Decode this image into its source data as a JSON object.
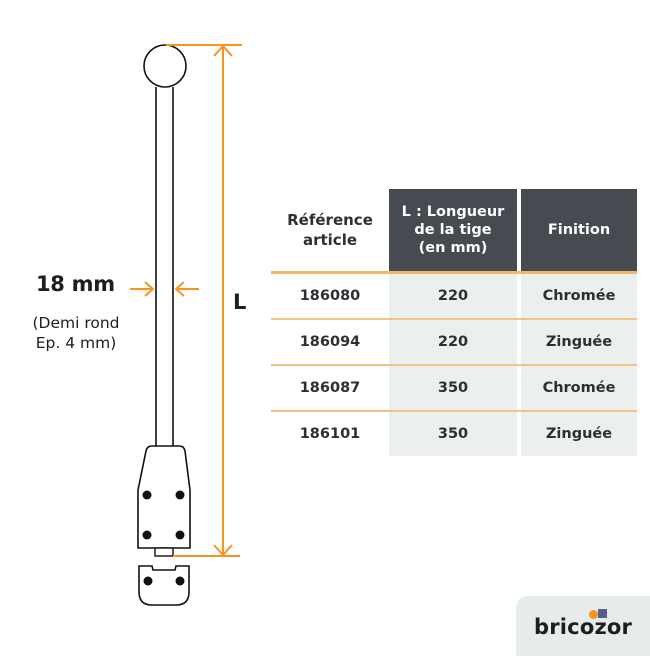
{
  "diagram": {
    "width_label": "18 mm",
    "width_note_line1": "(Demi rond",
    "width_note_line2": "Ep. 4 mm)",
    "length_label": "L",
    "accent_color": "#f7941d"
  },
  "table": {
    "headers": [
      "Référence article",
      "L : Longueur de la tige (en mm)",
      "Finition"
    ],
    "header_lines": {
      "col1": [
        "Référence",
        "article"
      ],
      "col2": [
        "L : Longueur",
        "de la tige",
        "(en mm)"
      ],
      "col3": [
        "Finition"
      ]
    },
    "rows": [
      {
        "reference": "186080",
        "length": "220",
        "finish": "Chromée"
      },
      {
        "reference": "186094",
        "length": "220",
        "finish": "Zinguée"
      },
      {
        "reference": "186087",
        "length": "350",
        "finish": "Chromée"
      },
      {
        "reference": "186101",
        "length": "350",
        "finish": "Zinguée"
      }
    ],
    "header_bg": "#454b50",
    "row_divider_color": "#f2c383",
    "shaded_col_bg": "#ebf0ef"
  },
  "brand": {
    "name": "bricozor"
  }
}
